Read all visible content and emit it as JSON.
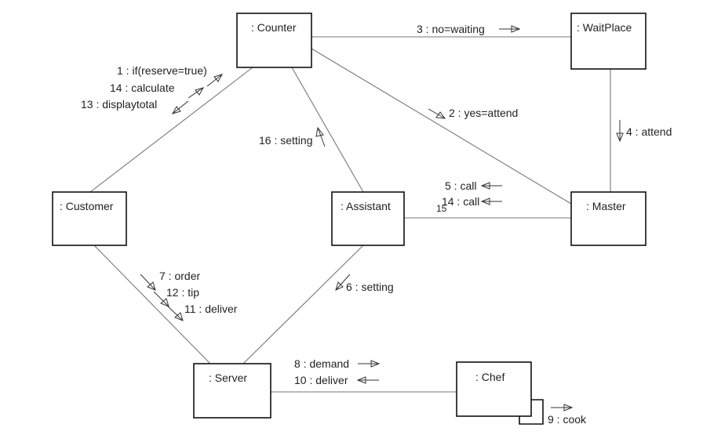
{
  "objects": {
    "counter": ": Counter",
    "waitplace": ": WaitPlace",
    "customer": ": Customer",
    "assistant": ": Assistant",
    "master": ": Master",
    "server": ": Server",
    "chef": ": Chef"
  },
  "messages": {
    "m1": "1 : if(reserve=true)",
    "m14": "14 : calculate",
    "m13": "13 : displaytotal",
    "m3": "3 : no=waiting",
    "m2": "2 : yes=attend",
    "m4": "4 : attend",
    "m16": "16 : setting",
    "m5": "5 : call",
    "m14b": "14 : call",
    "m15": "15",
    "m7": "7 : order",
    "m12": "12 : tip",
    "m11": "11 : deliver",
    "m6": "6 : setting",
    "m8": "8 : demand",
    "m10": "10 : deliver",
    "m9": "9 : cook"
  }
}
